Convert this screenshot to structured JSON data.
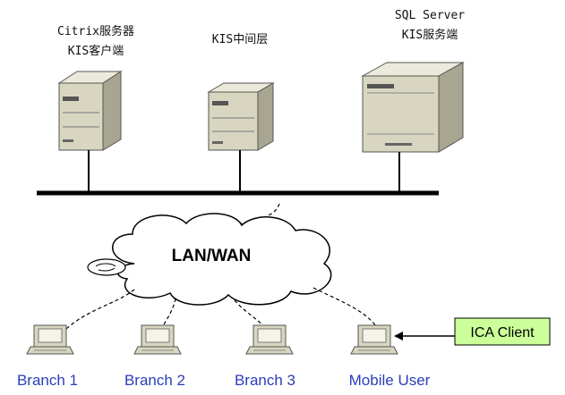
{
  "servers": [
    {
      "line1": "Citrix服务器",
      "line2": "KIS客户端"
    },
    {
      "line1": "KIS中间层",
      "line2": ""
    },
    {
      "line1": "SQL Server",
      "line2": "KIS服务端"
    }
  ],
  "network": {
    "label": "LAN/WAN"
  },
  "clients": [
    {
      "label": "Branch 1"
    },
    {
      "label": "Branch 2"
    },
    {
      "label": "Branch 3"
    },
    {
      "label": "Mobile User"
    }
  ],
  "ica": {
    "label": "ICA Client",
    "fill_color": "#ccff99"
  },
  "colors": {
    "server_body": "#d8d6c0",
    "server_side": "#a8a690",
    "server_top": "#eceadb",
    "bus": "#000000",
    "branch_text": "#2a3fb8"
  }
}
